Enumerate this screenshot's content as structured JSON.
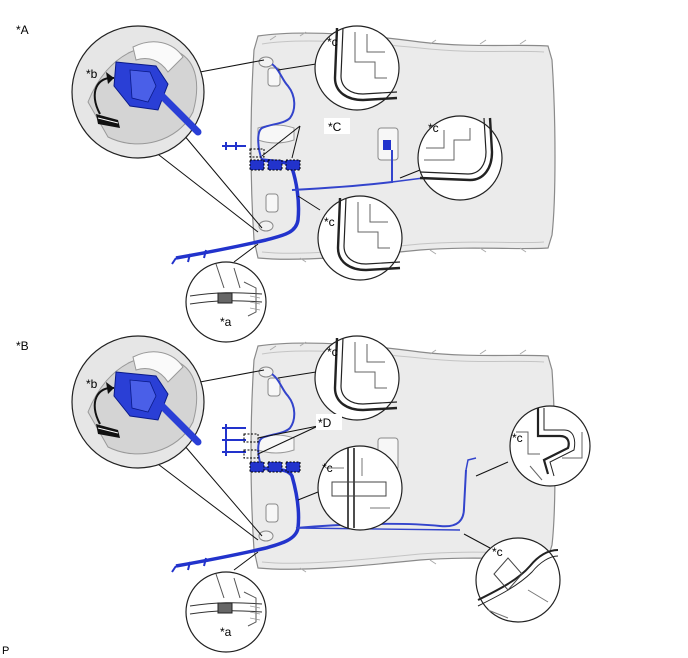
{
  "diagram": {
    "view_labels": {
      "a": "*A",
      "b": "*B"
    },
    "callouts": {
      "a": "*a",
      "b": "*b",
      "c": "*c",
      "C": "*C",
      "D": "*D"
    },
    "footer_code": "P",
    "colors": {
      "harness": "#2233cc",
      "clip": "#2a3fd6",
      "headliner": "#e9e9e9",
      "outline": "#777777"
    }
  }
}
